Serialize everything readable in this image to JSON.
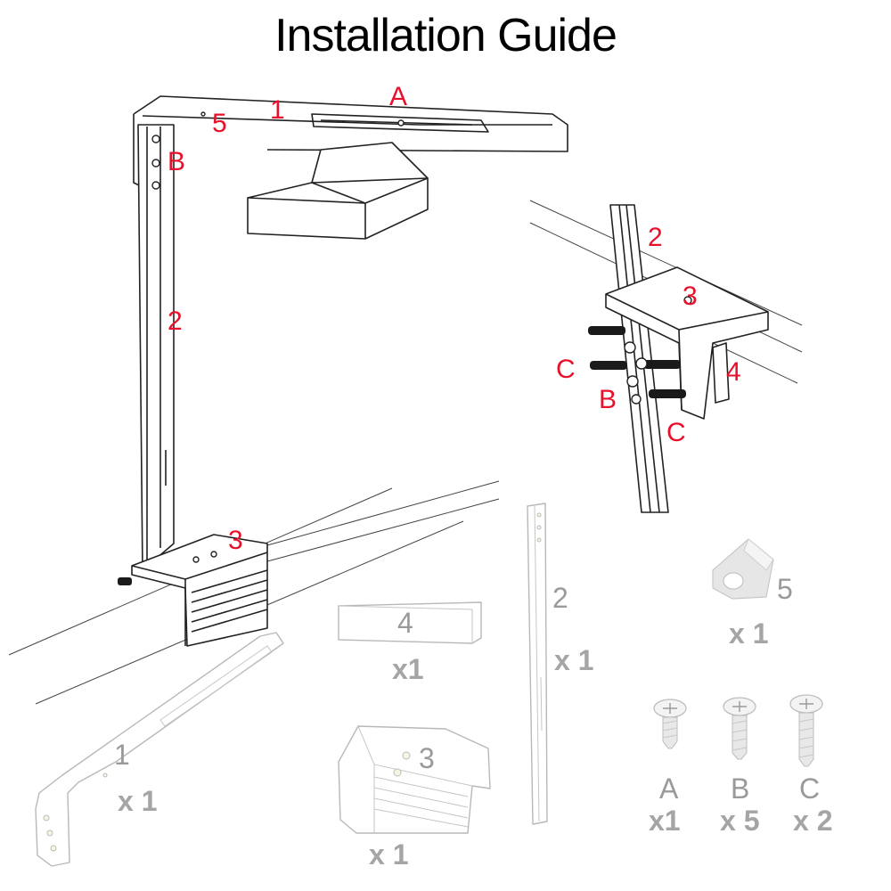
{
  "title": "Installation Guide",
  "assembly_labels": {
    "arm": "1",
    "clip": "5",
    "screw_a": "A",
    "screw_b": "B",
    "pole": "2",
    "clamp": "3"
  },
  "detail_labels": {
    "pole": "2",
    "clamp": "3",
    "screw_c_upper": "C",
    "screw_b": "B",
    "pad": "4",
    "screw_c_lower": "C"
  },
  "parts": [
    {
      "id": "arm",
      "number": "1",
      "quantity": "x 1"
    },
    {
      "id": "pad",
      "number": "4",
      "quantity": "x1"
    },
    {
      "id": "pole",
      "number": "2",
      "quantity": "x 1"
    },
    {
      "id": "clip",
      "number": "5",
      "quantity": "x 1"
    },
    {
      "id": "clamp",
      "number": "3",
      "quantity": "x 1"
    }
  ],
  "screws": [
    {
      "id": "screw-a",
      "letter": "A",
      "quantity": "x1"
    },
    {
      "id": "screw-b",
      "letter": "B",
      "quantity": "x 5"
    },
    {
      "id": "screw-c",
      "letter": "C",
      "quantity": "x 2"
    }
  ],
  "colors": {
    "callout": "#e8102a",
    "part_label": "#9a9a9a",
    "line": "#222222"
  }
}
